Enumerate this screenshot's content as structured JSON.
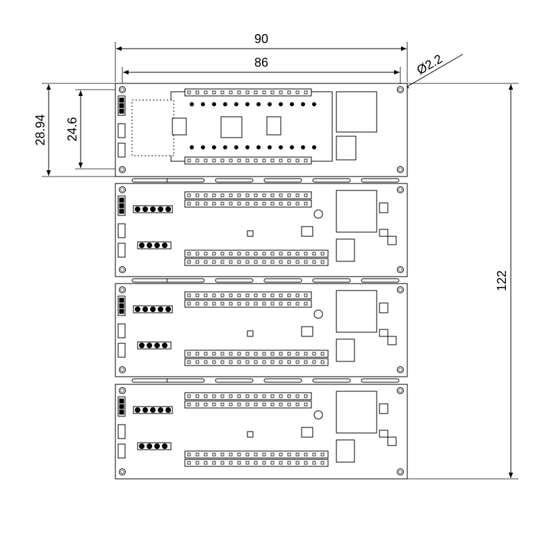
{
  "dimensions": {
    "overall_width": "90",
    "hole_spacing_width": "86",
    "hole_diameter": "Ø2.2",
    "panel_height": "28.94",
    "hole_spacing_height": "24.6",
    "total_height": "122"
  },
  "panel_count": 4
}
